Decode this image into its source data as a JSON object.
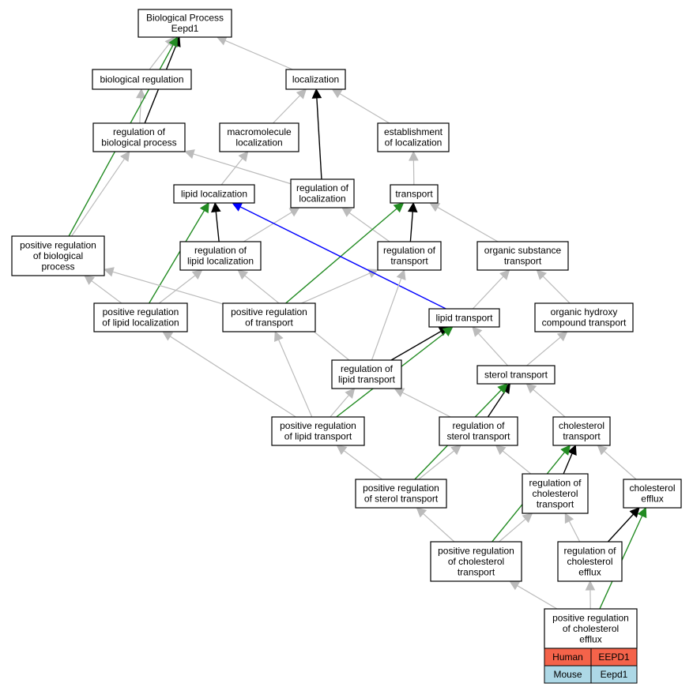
{
  "colors": {
    "is_a": "#bbbbbb",
    "part_of": "#000000",
    "positively_regulates": "#228b22",
    "regulates": "#0000ff",
    "human": "#f4634a",
    "mouse": "#add8e6"
  },
  "nodes": [
    {
      "id": "bp",
      "lines": [
        "Biological Process",
        "Eepd1"
      ]
    },
    {
      "id": "breg",
      "lines": [
        "biological regulation"
      ]
    },
    {
      "id": "loc",
      "lines": [
        "localization"
      ]
    },
    {
      "id": "regbp",
      "lines": [
        "regulation of",
        "biological process"
      ]
    },
    {
      "id": "macroloc",
      "lines": [
        "macromolecule",
        "localization"
      ]
    },
    {
      "id": "estloc",
      "lines": [
        "establishment",
        "of localization"
      ]
    },
    {
      "id": "lipidloc",
      "lines": [
        "lipid localization"
      ]
    },
    {
      "id": "regloc",
      "lines": [
        "regulation of",
        "localization"
      ]
    },
    {
      "id": "transport",
      "lines": [
        "transport"
      ]
    },
    {
      "id": "posregbp",
      "lines": [
        "positive regulation",
        "of biological",
        "process"
      ]
    },
    {
      "id": "reglipidloc",
      "lines": [
        "regulation of",
        "lipid localization"
      ]
    },
    {
      "id": "regtransport",
      "lines": [
        "regulation of",
        "transport"
      ]
    },
    {
      "id": "orgsub",
      "lines": [
        "organic substance",
        "transport"
      ]
    },
    {
      "id": "posreglipidloc",
      "lines": [
        "positive regulation",
        "of lipid localization"
      ]
    },
    {
      "id": "posregtransport",
      "lines": [
        "positive regulation",
        "of transport"
      ]
    },
    {
      "id": "lipidtransport",
      "lines": [
        "lipid transport"
      ]
    },
    {
      "id": "orghydroxy",
      "lines": [
        "organic hydroxy",
        "compound transport"
      ]
    },
    {
      "id": "reglipidtransport",
      "lines": [
        "regulation of",
        "lipid transport"
      ]
    },
    {
      "id": "steroltransport",
      "lines": [
        "sterol transport"
      ]
    },
    {
      "id": "posreglipidtransport",
      "lines": [
        "positive regulation",
        "of lipid transport"
      ]
    },
    {
      "id": "regsterol",
      "lines": [
        "regulation of",
        "sterol transport"
      ]
    },
    {
      "id": "choltransport",
      "lines": [
        "cholesterol",
        "transport"
      ]
    },
    {
      "id": "posregsterol",
      "lines": [
        "positive regulation",
        "of sterol transport"
      ]
    },
    {
      "id": "regcholtransport",
      "lines": [
        "regulation of",
        "cholesterol",
        "transport"
      ]
    },
    {
      "id": "cholefflux",
      "lines": [
        "cholesterol",
        "efflux"
      ]
    },
    {
      "id": "posregcholtransport",
      "lines": [
        "positive regulation",
        "of cholesterol",
        "transport"
      ]
    },
    {
      "id": "regcholefflux",
      "lines": [
        "regulation of",
        "cholesterol",
        "efflux"
      ]
    },
    {
      "id": "posregcholefflux",
      "lines": [
        "positive regulation",
        "of cholesterol",
        "efflux"
      ]
    }
  ],
  "edges": [
    {
      "from": "breg",
      "to": "bp",
      "type": "is_a"
    },
    {
      "from": "loc",
      "to": "bp",
      "type": "is_a"
    },
    {
      "from": "regbp",
      "to": "breg",
      "type": "is_a"
    },
    {
      "from": "regbp",
      "to": "bp",
      "type": "part_of"
    },
    {
      "from": "macroloc",
      "to": "loc",
      "type": "is_a"
    },
    {
      "from": "estloc",
      "to": "loc",
      "type": "is_a"
    },
    {
      "from": "regloc",
      "to": "loc",
      "type": "part_of"
    },
    {
      "from": "regloc",
      "to": "regbp",
      "type": "is_a"
    },
    {
      "from": "lipidloc",
      "to": "macroloc",
      "type": "is_a"
    },
    {
      "from": "transport",
      "to": "estloc",
      "type": "is_a"
    },
    {
      "from": "posregbp",
      "to": "regbp",
      "type": "is_a"
    },
    {
      "from": "posregbp",
      "to": "bp",
      "type": "positively_regulates"
    },
    {
      "from": "reglipidloc",
      "to": "lipidloc",
      "type": "part_of"
    },
    {
      "from": "reglipidloc",
      "to": "regloc",
      "type": "is_a"
    },
    {
      "from": "regtransport",
      "to": "transport",
      "type": "part_of"
    },
    {
      "from": "regtransport",
      "to": "regloc",
      "type": "is_a"
    },
    {
      "from": "orgsub",
      "to": "transport",
      "type": "is_a"
    },
    {
      "from": "posreglipidloc",
      "to": "posregbp",
      "type": "is_a"
    },
    {
      "from": "posreglipidloc",
      "to": "reglipidloc",
      "type": "is_a"
    },
    {
      "from": "posreglipidloc",
      "to": "lipidloc",
      "type": "positively_regulates"
    },
    {
      "from": "posregtransport",
      "to": "posregbp",
      "type": "is_a"
    },
    {
      "from": "posregtransport",
      "to": "regtransport",
      "type": "is_a"
    },
    {
      "from": "posregtransport",
      "to": "transport",
      "type": "positively_regulates"
    },
    {
      "from": "lipidtransport",
      "to": "orgsub",
      "type": "is_a"
    },
    {
      "from": "lipidtransport",
      "to": "lipidloc",
      "type": "regulates"
    },
    {
      "from": "orghydroxy",
      "to": "orgsub",
      "type": "is_a"
    },
    {
      "from": "reglipidtransport",
      "to": "lipidtransport",
      "type": "part_of"
    },
    {
      "from": "reglipidtransport",
      "to": "regtransport",
      "type": "is_a"
    },
    {
      "from": "reglipidtransport",
      "to": "reglipidloc",
      "type": "is_a"
    },
    {
      "from": "steroltransport",
      "to": "lipidtransport",
      "type": "is_a"
    },
    {
      "from": "steroltransport",
      "to": "orghydroxy",
      "type": "is_a"
    },
    {
      "from": "posreglipidtransport",
      "to": "posregtransport",
      "type": "is_a"
    },
    {
      "from": "posreglipidtransport",
      "to": "posreglipidloc",
      "type": "is_a"
    },
    {
      "from": "posreglipidtransport",
      "to": "reglipidtransport",
      "type": "is_a"
    },
    {
      "from": "posreglipidtransport",
      "to": "lipidtransport",
      "type": "positively_regulates"
    },
    {
      "from": "regsterol",
      "to": "steroltransport",
      "type": "part_of"
    },
    {
      "from": "regsterol",
      "to": "reglipidtransport",
      "type": "is_a"
    },
    {
      "from": "choltransport",
      "to": "steroltransport",
      "type": "is_a"
    },
    {
      "from": "posregsterol",
      "to": "posreglipidtransport",
      "type": "is_a"
    },
    {
      "from": "posregsterol",
      "to": "regsterol",
      "type": "is_a"
    },
    {
      "from": "posregsterol",
      "to": "steroltransport",
      "type": "positively_regulates"
    },
    {
      "from": "regcholtransport",
      "to": "choltransport",
      "type": "part_of"
    },
    {
      "from": "regcholtransport",
      "to": "regsterol",
      "type": "is_a"
    },
    {
      "from": "cholefflux",
      "to": "choltransport",
      "type": "is_a"
    },
    {
      "from": "posregcholtransport",
      "to": "posregsterol",
      "type": "is_a"
    },
    {
      "from": "posregcholtransport",
      "to": "regcholtransport",
      "type": "is_a"
    },
    {
      "from": "posregcholtransport",
      "to": "choltransport",
      "type": "positively_regulates"
    },
    {
      "from": "regcholefflux",
      "to": "cholefflux",
      "type": "part_of"
    },
    {
      "from": "regcholefflux",
      "to": "regcholtransport",
      "type": "is_a"
    },
    {
      "from": "posregcholefflux",
      "to": "posregcholtransport",
      "type": "is_a"
    },
    {
      "from": "posregcholefflux",
      "to": "regcholefflux",
      "type": "is_a"
    },
    {
      "from": "posregcholefflux",
      "to": "cholefflux",
      "type": "positively_regulates"
    }
  ],
  "legend": {
    "rows": [
      {
        "species": "Human",
        "gene": "EEPD1",
        "color_key": "human"
      },
      {
        "species": "Mouse",
        "gene": "Eepd1",
        "color_key": "mouse"
      }
    ]
  }
}
